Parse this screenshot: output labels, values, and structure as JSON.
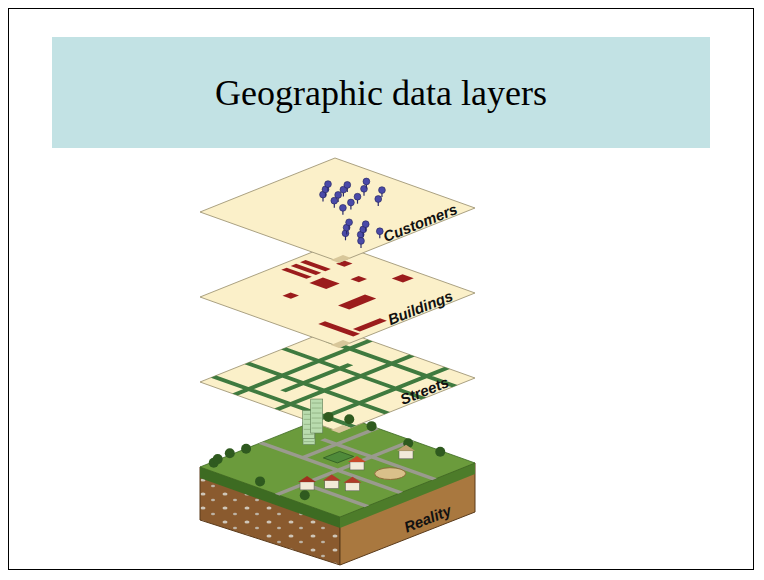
{
  "diagram": {
    "title": "Geographic data layers",
    "labels": [
      "Customers",
      "Buildings",
      "Streets",
      "Reality"
    ]
  }
}
